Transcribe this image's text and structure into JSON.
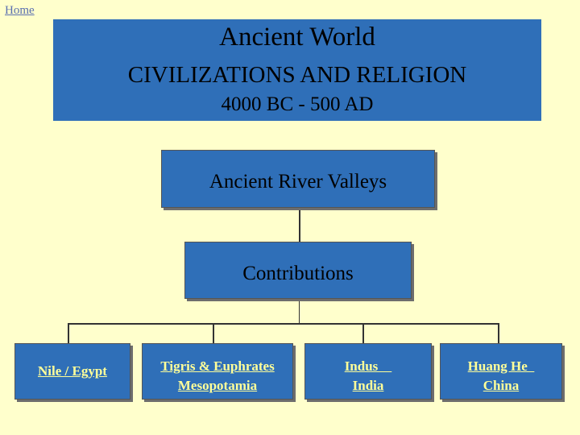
{
  "nav": {
    "home_label": "Home"
  },
  "banner": {
    "title": "Ancient World",
    "subtitle": "CIVILIZATIONS AND RELIGION",
    "date_range": "4000 BC - 500 AD"
  },
  "chart": {
    "root": "Ancient River Valleys",
    "middle": "Contributions",
    "leaves": [
      {
        "line1": "Nile / Egypt",
        "line2": ""
      },
      {
        "line1": "Tigris & Euphrates",
        "line2": "Mesopotamia"
      },
      {
        "line1": "Indus    ",
        "line2": "India"
      },
      {
        "line1": "Huang He  ",
        "line2": "China"
      }
    ]
  },
  "colors": {
    "background": "#ffffcc",
    "box": "#2f6fb8",
    "link": "#ffff99"
  }
}
